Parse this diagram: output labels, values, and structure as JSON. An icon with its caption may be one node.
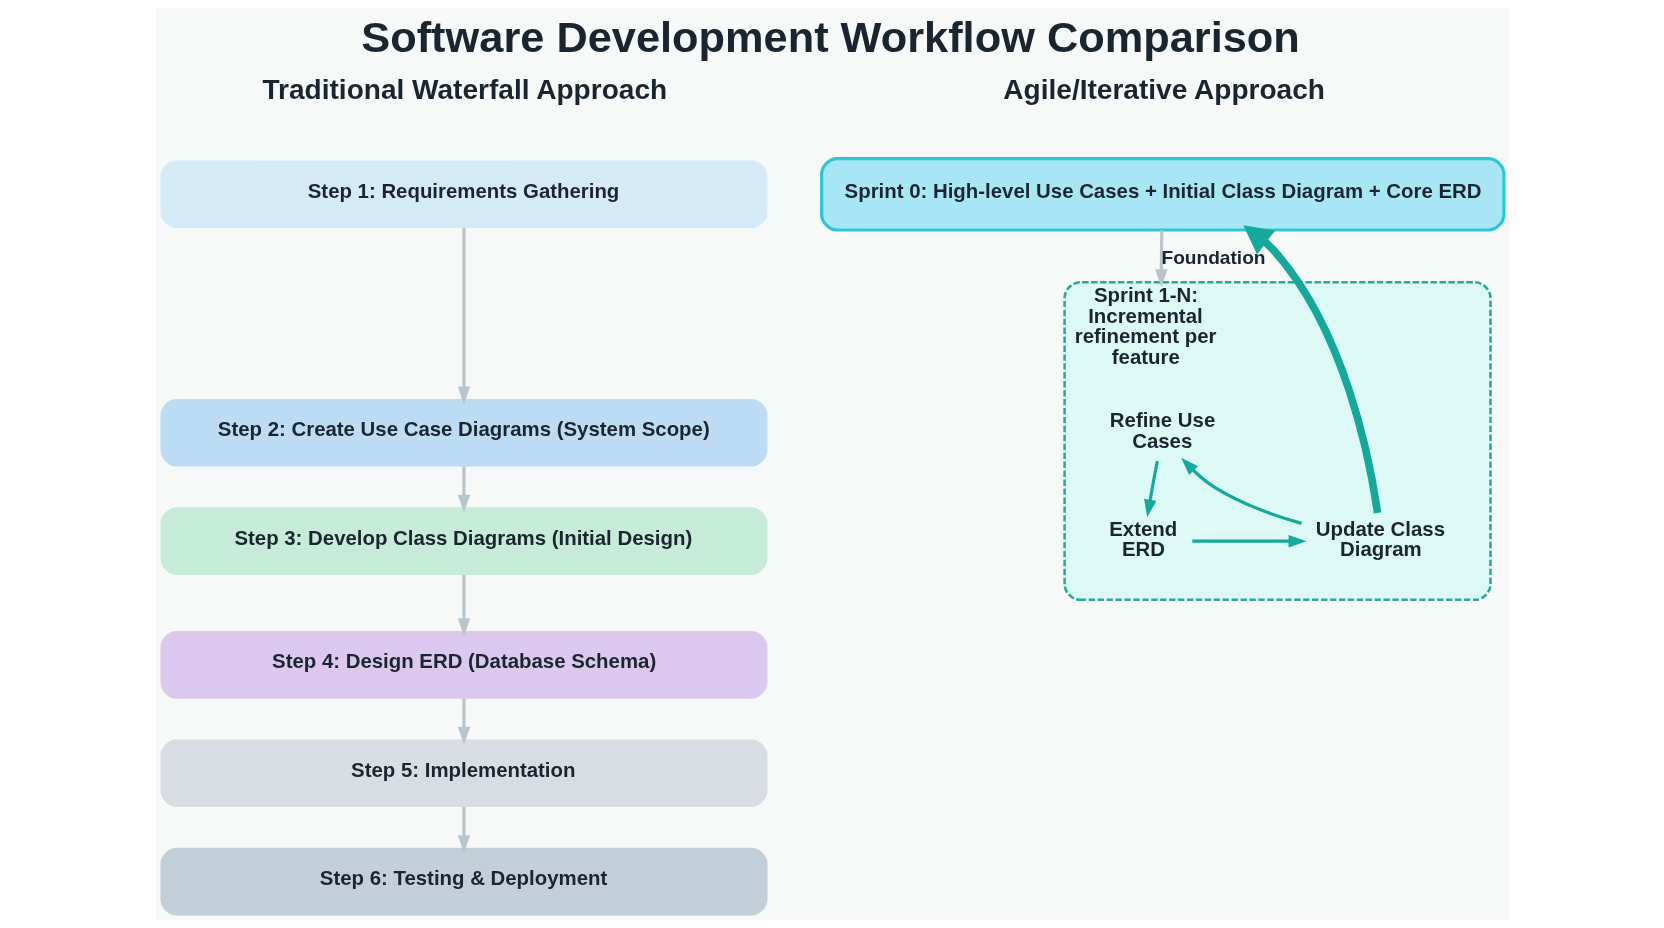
{
  "diagram": {
    "title": "Software Development Workflow Comparison",
    "nodes": [
      {
        "text": [
          "Step 1: Requirements Gathering"
        ]
      },
      {
        "text": [
          "Step 2: Create Use Case Diagrams (System Scope)"
        ]
      },
      {
        "text": [
          "Step 3: Develop Class Diagrams (Initial Design)"
        ]
      },
      {
        "text": [
          "Step 4: Design ERD (Database Schema)"
        ]
      },
      {
        "text": [
          "Step 5: Implementation"
        ]
      },
      {
        "text": [
          "Step 6: Testing & Deployment"
        ]
      },
      {
        "text": [
          "Sprint 0: High-level Use Cases + Initial Class Diagram + Core ERD"
        ]
      },
      {
        "text": [
          "Sprint 1-N: Incremental refinement per feature"
        ]
      },
      {
        "text": [
          "Refine Use Cases"
        ],
        "in": 7
      },
      {
        "text": [
          "Extend ERD"
        ],
        "in": 7
      },
      {
        "text": [
          "Update Class Diagram"
        ],
        "in": 7
      }
    ],
    "edges": [
      {
        "from": 0,
        "to": 1,
        "arrow": "to"
      },
      {
        "from": 1,
        "to": 2,
        "arrow": "to"
      },
      {
        "from": 2,
        "to": 3,
        "arrow": "to"
      },
      {
        "from": 3,
        "to": 4,
        "arrow": "to"
      },
      {
        "from": 4,
        "to": 5,
        "arrow": "to"
      },
      {
        "from": 6,
        "to": 7,
        "arrow": "to",
        "label": "Foundation"
      },
      {
        "from": 8,
        "to": 9,
        "arrow": "to",
        "color": "#16a99b"
      },
      {
        "from": 9,
        "to": 10,
        "arrow": "to",
        "color": "#16a99b"
      },
      {
        "from": 10,
        "to": 8,
        "arrow": "to",
        "color": "#16a99b"
      },
      {
        "from": 10,
        "to": 6,
        "arrow": "to",
        "style": "thick",
        "color": "#16a99b"
      }
    ],
    "labels": [
      "Traditional Waterfall Approach",
      "Agile/Iterative Approach"
    ]
  }
}
